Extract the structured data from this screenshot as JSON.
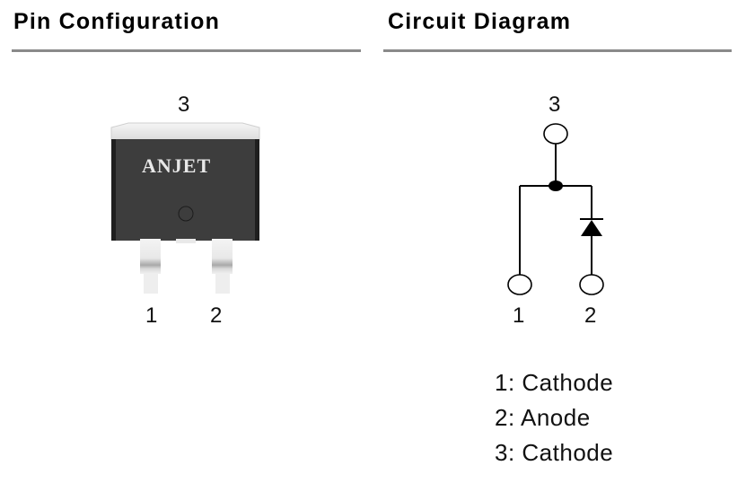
{
  "sections": {
    "pin_config": {
      "title": "Pin Configuration"
    },
    "circuit": {
      "title": "Circuit Diagram"
    }
  },
  "package": {
    "brand": "ANJET",
    "pin_top": "3",
    "pin_left": "1",
    "pin_right": "2",
    "body_color": "#3d3d3d",
    "tab_color": "#e6e6e6"
  },
  "circuit": {
    "pin_top": "3",
    "pin_left": "1",
    "pin_right": "2",
    "component": "diode"
  },
  "legend": [
    {
      "text": "1: Cathode"
    },
    {
      "text": "2: Anode"
    },
    {
      "text": "3: Cathode"
    }
  ]
}
